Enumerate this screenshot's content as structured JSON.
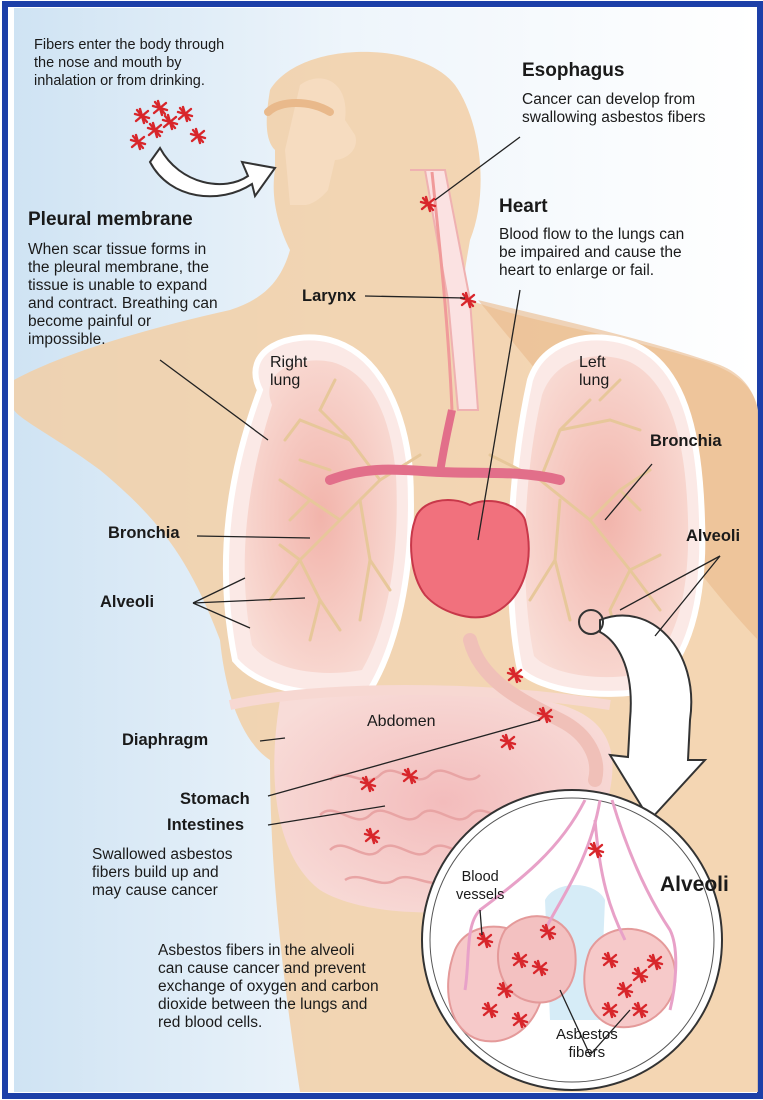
{
  "labels": {
    "intro": "Fibers enter the body through\nthe nose and mouth by\ninhalation or from drinking.",
    "esophagus_title": "Esophagus",
    "esophagus_text": "Cancer can develop from\nswallowing asbestos fibers",
    "heart_title": "Heart",
    "heart_text": "Blood flow to the lungs can\nbe impaired and cause the\nheart to enlarge or fail.",
    "pleural_title": "Pleural membrane",
    "pleural_text": "When scar tissue forms in\nthe pleural membrane, the\ntissue is unable to expand\nand contract. Breathing can\nbecome painful or\nimpossible.",
    "larynx": "Larynx",
    "right_lung": "Right\nlung",
    "left_lung": "Left\nlung",
    "bronchia_left": "Bronchia",
    "bronchia_right": "Bronchia",
    "alveoli_left": "Alveoli",
    "alveoli_right": "Alveoli",
    "diaphragm": "Diaphragm",
    "abdomen": "Abdomen",
    "stomach": "Stomach",
    "intestines": "Intestines",
    "swallowed_text": "Swallowed asbestos\nfibers build up and\nmay cause cancer",
    "blood_vessels": "Blood\nvessels",
    "alveoli_inset": "Alveoli",
    "asbestos_fibers": "Asbestos\nfibers",
    "bottom_text": "Asbestos fibers in the alveoli\ncan cause cancer and prevent\nexchange of oxygen and carbon\ndioxide between the lungs and\nred blood cells."
  },
  "colors": {
    "frame_blue": "#1c3fa8",
    "skin": "#f2cfa6",
    "lung": "#f6c7c0",
    "heart": "#f1717d",
    "fiber": "#d8262b"
  }
}
